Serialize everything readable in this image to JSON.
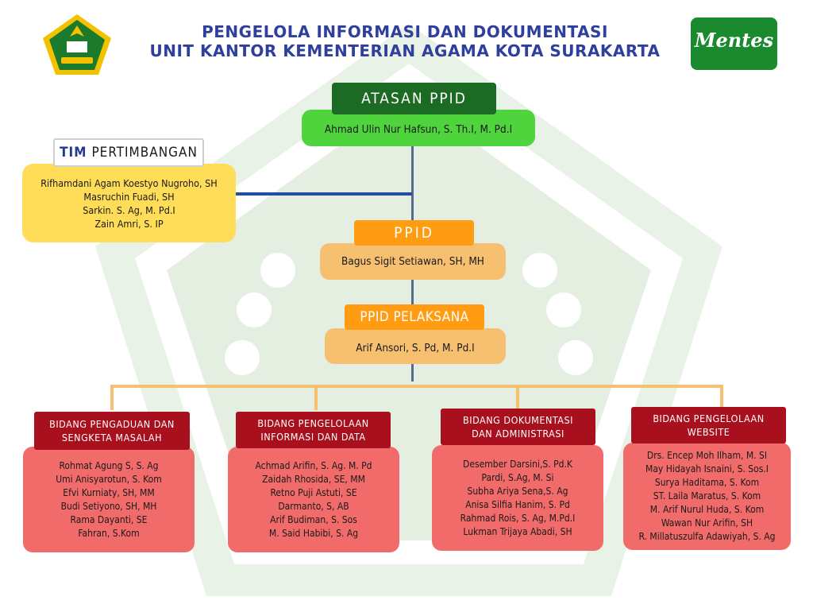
{
  "header": {
    "title_line1": "PENGELOLA INFORMASI DAN DOKUMENTASI",
    "title_line2": "UNIT KANTOR KEMENTERIAN AGAMA KOTA SURAKARTA",
    "left_logo_icon": "kementerian-agama-emblem",
    "right_logo_icon": "mentes-logo",
    "right_logo_text": "Mentes"
  },
  "atasan": {
    "label": "ATASAN PPID",
    "name": "Ahmad Ulin Nur Hafsun, S. Th.I, M. Pd.I"
  },
  "tim": {
    "label_bold": "TIM",
    "label_rest": "PERTIMBANGAN",
    "members": [
      "Rifhamdani Agam Koestyo Nugroho, SH",
      "Masruchin Fuadi, SH",
      "Sarkin. S. Ag, M. Pd.I",
      "Zain Amri, S. IP"
    ]
  },
  "ppid": {
    "label": "PPID",
    "name": "Bagus Sigit Setiawan, SH, MH"
  },
  "pelaksana": {
    "label": "PPID PELAKSANA",
    "name": "Arif Ansori, S. Pd, M. Pd.I"
  },
  "bidang": [
    {
      "title_1": "BIDANG PENGADUAN DAN",
      "title_2": "SENGKETA MASALAH",
      "members": [
        "Rohmat Agung S, S. Ag",
        "Umi Anisyarotun, S. Kom",
        "Efvi Kurniaty, SH, MM",
        "Budi Setiyono, SH, MH",
        "Rama Dayanti, SE",
        "Fahran, S.Kom"
      ]
    },
    {
      "title_1": "BIDANG PENGELOLAAN",
      "title_2": "INFORMASI DAN DATA",
      "members": [
        "Achmad Arifin, S. Ag. M. Pd",
        "Zaidah Rhosida, SE, MM",
        "Retno Puji Astuti, SE",
        "Darmanto, S, AB",
        "Arif Budiman, S. Sos",
        "M. Said Habibi, S. Ag"
      ]
    },
    {
      "title_1": "BIDANG DOKUMENTASI",
      "title_2": "DAN ADMINISTRASI",
      "members": [
        "Desember Darsini,S. Pd.K",
        "Pardi, S.Ag, M. Si",
        "Subha Ariya Sena,S. Ag",
        "Anisa Silfia Hanim, S. Pd",
        "Rahmad Rois, S. Ag, M.Pd.I",
        "Lukman Trijaya Abadi, SH"
      ]
    },
    {
      "title_1": "BIDANG PENGELOLAAN",
      "title_2": "WEBSITE",
      "members": [
        "Drs. Encep Moh Ilham, M. SI",
        "May Hidayah Isnaini, S. Sos.I",
        "Surya Haditama, S. Kom",
        "ST. Laila Maratus, S. Kom",
        "M. Arif Nurul Huda, S. Kom",
        "Wawan Nur Arifin, SH",
        "R. Millatuszulfa Adawiyah, S. Ag"
      ]
    }
  ],
  "colors": {
    "title_blue": "#2e3f9e",
    "atasan_green": "#1b6b24",
    "atasan_body": "#4fd43d",
    "ppid_orange": "#ff9c12",
    "ppid_body": "#f7c071",
    "tim_blue": "#1f3a93",
    "tim_body": "#ffdd58",
    "bidang_red": "#a8101e",
    "bidang_body": "#f26b6b",
    "connector_orange": "#f7c071"
  }
}
